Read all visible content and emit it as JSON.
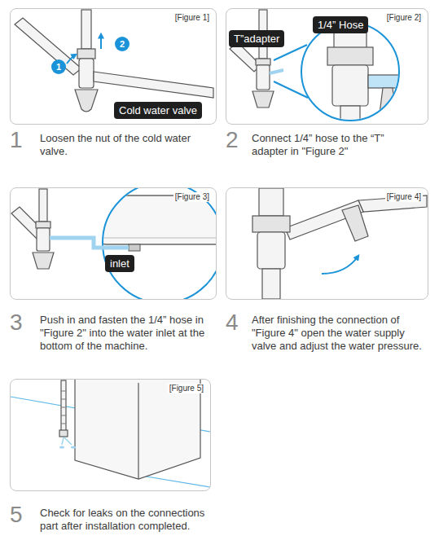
{
  "diagram": {
    "nodes": [
      {
        "text": [
          "[Figure 1]"
        ]
      },
      {
        "text": [
          "1"
        ],
        "in": 0
      },
      {
        "text": [
          "2"
        ],
        "in": 0
      },
      {
        "text": [
          "Cold water valve"
        ],
        "in": 0
      },
      {
        "text": [
          "[Figure 2]"
        ]
      },
      {
        "text": [
          "T”adapter"
        ],
        "in": 4
      },
      {
        "text": [
          "1/4” Hose"
        ],
        "in": 4
      },
      {
        "text": [
          "[Figure 3]"
        ]
      },
      {
        "text": [
          "inlet"
        ],
        "in": 7
      },
      {
        "text": [
          "[Figure 4]"
        ]
      },
      {
        "text": [
          "[Figure 5]"
        ]
      }
    ],
    "labels": [
      "1",
      "Loosen the nut of the cold water valve.",
      "2",
      "Connect 1/4” hose to the “T” adapter in \"Figure 2\"",
      "3",
      "Push in and fasten the 1/4” hose in \"Figure 2\" into the water inlet at the bottom of the machine.",
      "4",
      "After finishing the connection of \"Figure 4\" open the water supply valve and adjust the water pressure.",
      "5",
      "Check for leaks on the connections part after installation completed."
    ]
  }
}
